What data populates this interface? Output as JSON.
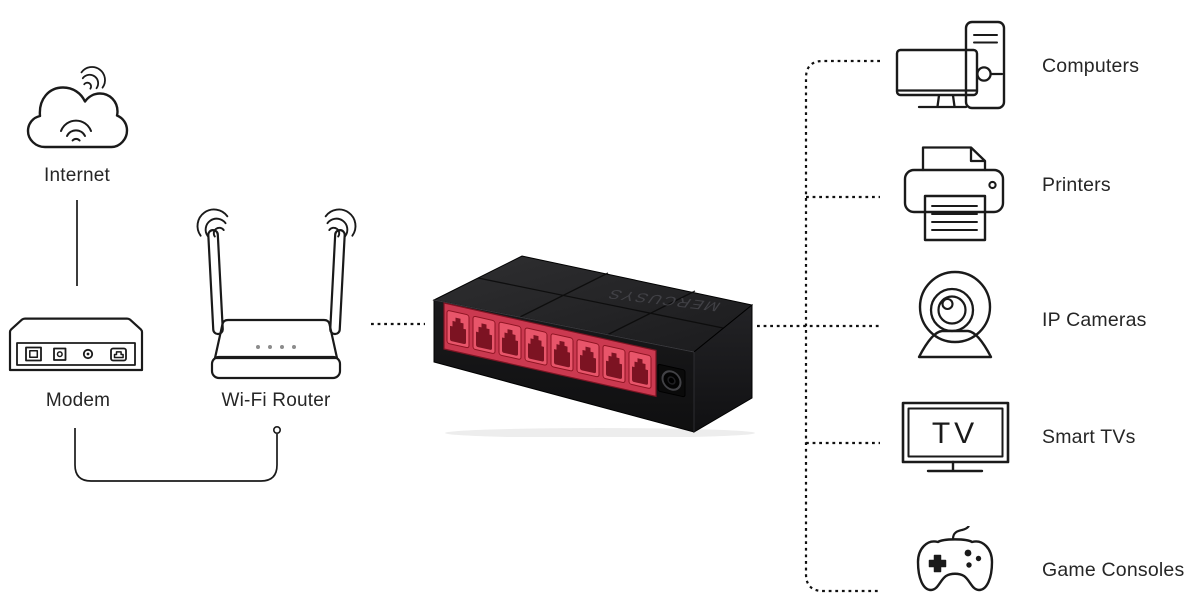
{
  "colors": {
    "line": "#1a1a1a",
    "label_text": "#262626",
    "switch_body": "#161616",
    "switch_ports_red": "#cb3950"
  },
  "nodes": {
    "internet": {
      "label": "Internet",
      "icon": "cloud-icon"
    },
    "modem": {
      "label": "Modem",
      "icon": "modem-icon"
    },
    "router": {
      "label": "Wi-Fi Router",
      "icon": "wifi-router-icon"
    },
    "switch": {
      "brand": "MERCUSYS",
      "ports": 8,
      "icon": "ethernet-switch-photo"
    }
  },
  "devices": [
    {
      "label": "Computers",
      "icon": "desktop-computer-icon"
    },
    {
      "label": "Printers",
      "icon": "printer-icon"
    },
    {
      "label": "IP Cameras",
      "icon": "webcam-icon"
    },
    {
      "label": "Smart TVs",
      "icon": "tv-icon",
      "screen_text": "TV"
    },
    {
      "label": "Game Consoles",
      "icon": "gamepad-icon"
    }
  ]
}
